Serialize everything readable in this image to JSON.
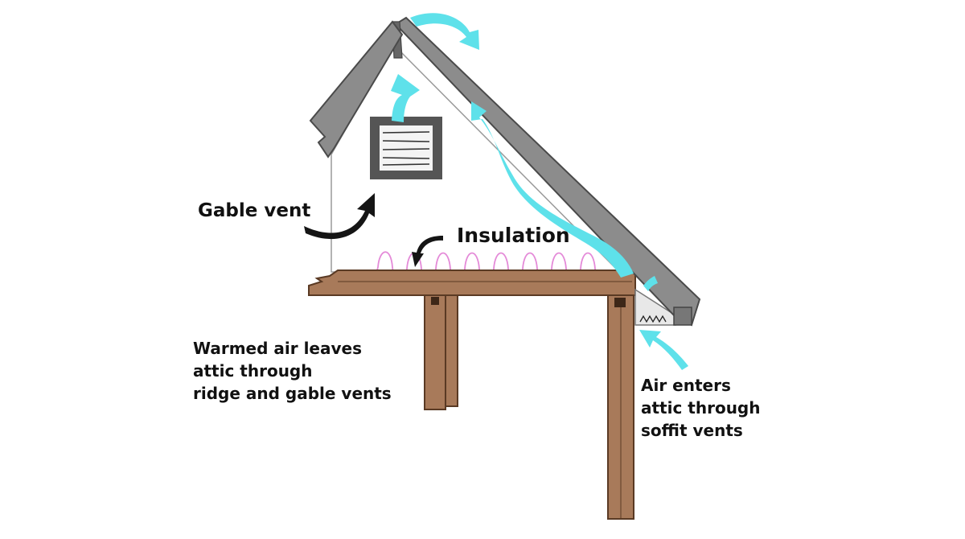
{
  "labels": {
    "gable_vent": "Gable vent",
    "insulation": "Insulation",
    "warmed_air": [
      "Warmed air leaves",
      "attic through",
      "ridge and gable vents"
    ],
    "air_enters": [
      "Air enters",
      "attic through",
      "soffit vents"
    ]
  },
  "colors": {
    "roof": "#8c8c8c",
    "roof_edge": "#4a4a4a",
    "wood": "#a87a5a",
    "wood_edge": "#5a3a24",
    "airflow": "#5ee1ea",
    "insulation": "#e48ad8",
    "vent_frame": "#555555",
    "pointer_arrow": "#151515"
  }
}
